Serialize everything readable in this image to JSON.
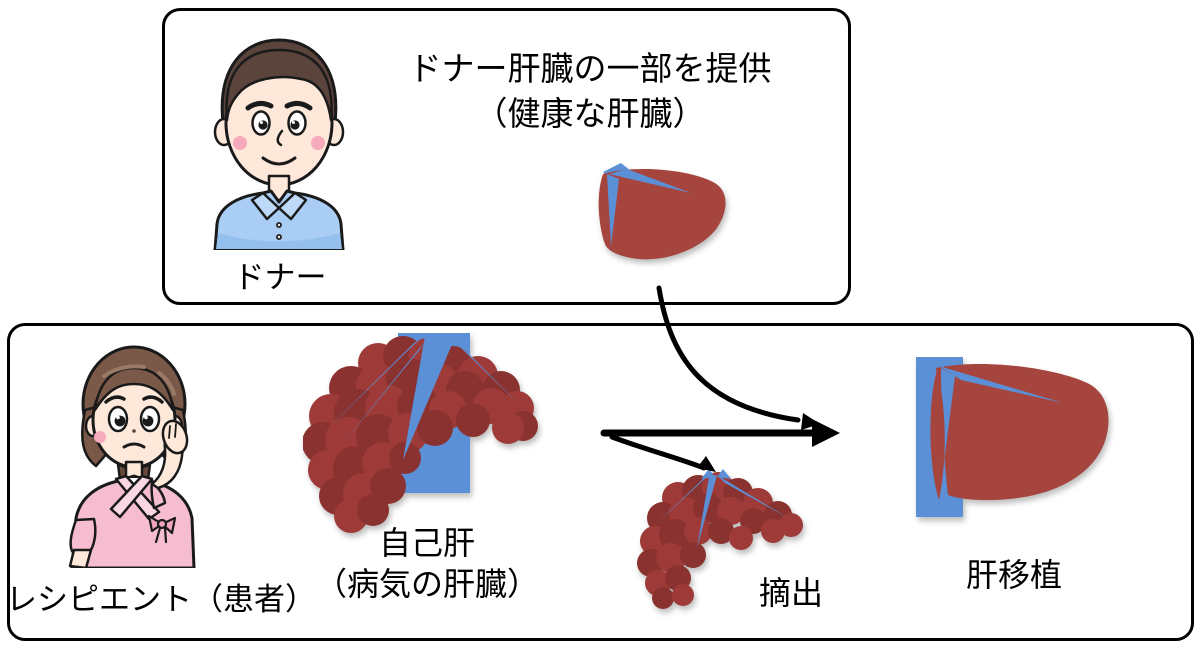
{
  "donor_panel": {
    "title_line1": "ドナー肝臓の一部を提供",
    "title_line2": "（健康な肝臓）",
    "person_label": "ドナー"
  },
  "recipient_panel": {
    "person_label": "レシピエント（患者）",
    "native_liver_line1": "自己肝",
    "native_liver_line2": "（病気の肝臓）",
    "extraction_label": "摘出",
    "transplant_label": "肝移植"
  },
  "icons": {
    "donor_figure": "male-donor-cartoon",
    "recipient_figure": "female-patient-cartoon",
    "donor_liver": "healthy-liver-graft",
    "diseased_liver": "cirrhotic-native-liver",
    "extracted_liver": "removed-diseased-liver",
    "transplant_liver": "transplanted-healthy-liver"
  },
  "colors": {
    "liver_red_smooth": "#a5453e",
    "liver_red_nodule": "#9e3b39",
    "liver_red_nodule_dark": "#8a3230",
    "vessel_blue": "#5b8fd6",
    "shirt_blue": "#a9cdf4",
    "gown_pink": "#f6bdd1",
    "skin": "#fde8da",
    "cheek_pink": "#f6aabb",
    "hair_brown_man": "#5a443c",
    "hair_brown_woman": "#7b5948",
    "outline_black": "#1a1a1a",
    "arrow_black": "#000000"
  }
}
